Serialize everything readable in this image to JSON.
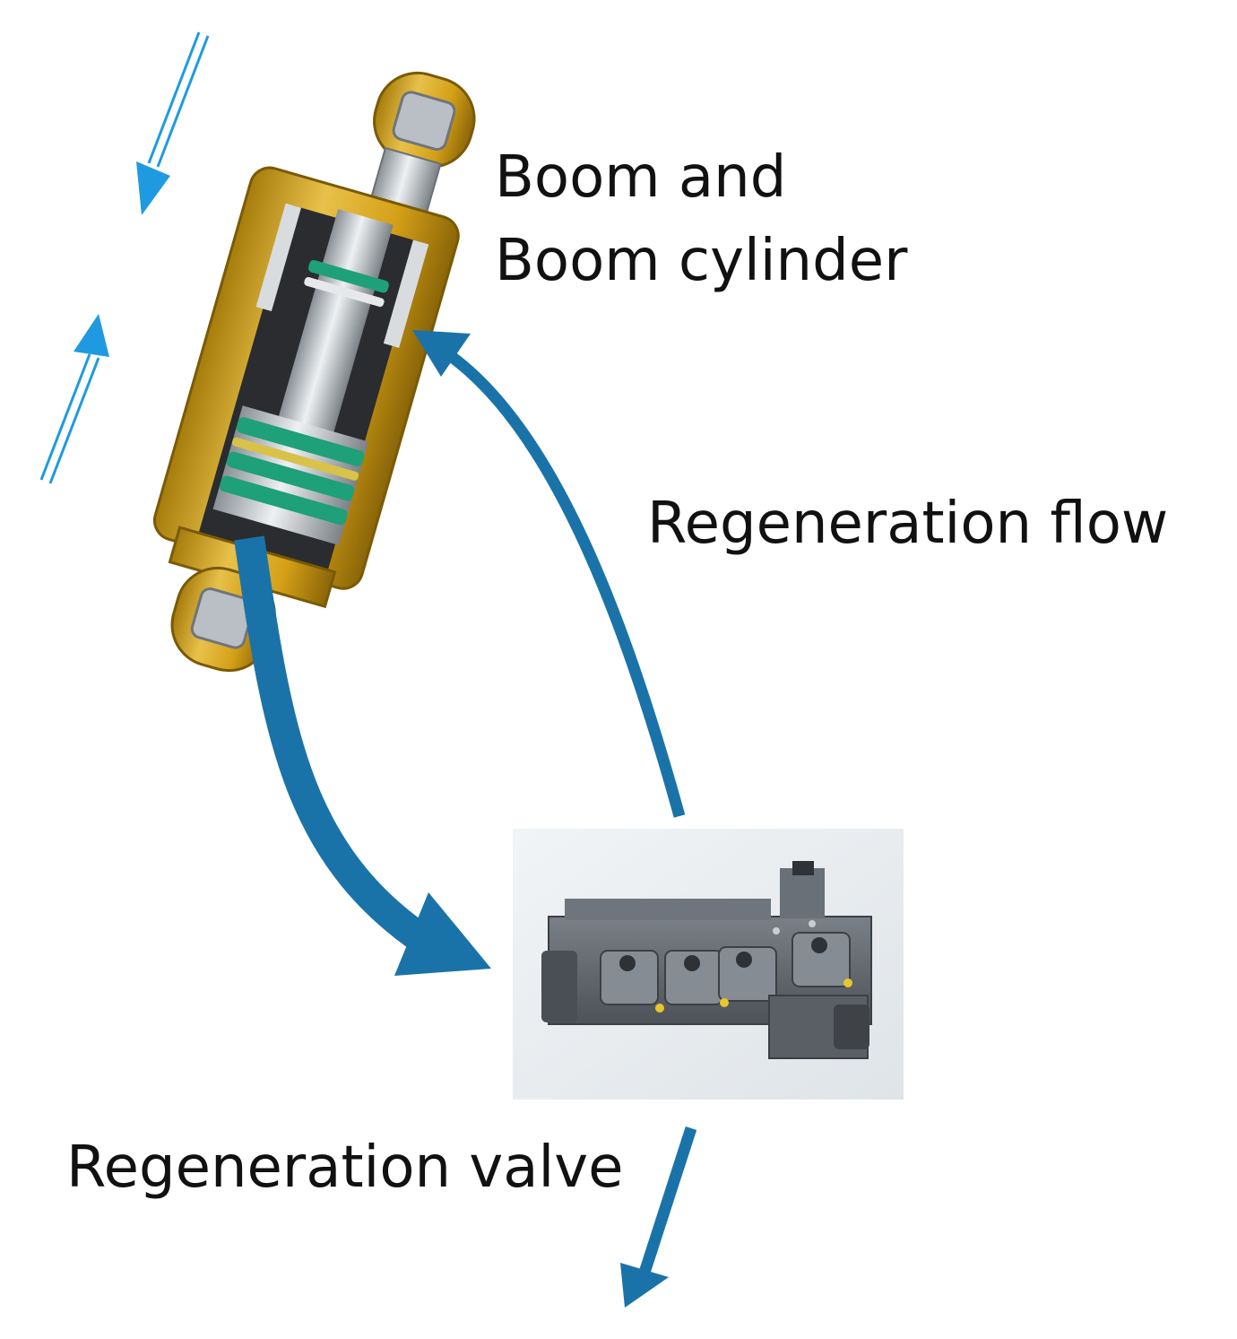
{
  "labels": {
    "boom_line1": "Boom and",
    "boom_line2": "Boom cylinder",
    "regeneration_flow": "Regeneration flow",
    "regeneration_valve": "Regeneration valve"
  },
  "colors": {
    "flow_arrow": "#1a73a8",
    "motion_arrow": "#1f9ae0",
    "cylinder_gold": "#d4a017",
    "cylinder_gold_dark": "#9c7410",
    "rod_silver": "#c7cdd2",
    "seal_green": "#1ea078",
    "valve_body": "#5d6268",
    "valve_background": "#e9edf0",
    "text": "#111111"
  },
  "icons": [
    "boom-cylinder-illustration",
    "regeneration-valve-illustration",
    "motion-arrow-down-icon",
    "motion-arrow-up-icon"
  ]
}
